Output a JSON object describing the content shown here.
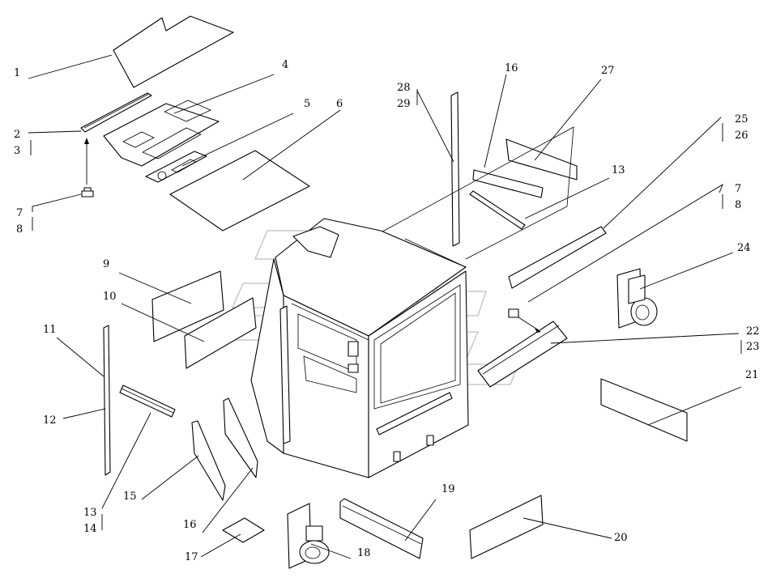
{
  "diagram": {
    "callouts": [
      {
        "id": "c1",
        "text": "1"
      },
      {
        "id": "c2",
        "text": "2"
      },
      {
        "id": "c3",
        "text": "3"
      },
      {
        "id": "c4",
        "text": "4"
      },
      {
        "id": "c5",
        "text": "5"
      },
      {
        "id": "c6",
        "text": "6"
      },
      {
        "id": "c7a",
        "text": "7"
      },
      {
        "id": "c8a",
        "text": "8"
      },
      {
        "id": "c9",
        "text": "9"
      },
      {
        "id": "c10",
        "text": "10"
      },
      {
        "id": "c11",
        "text": "11"
      },
      {
        "id": "c12",
        "text": "12"
      },
      {
        "id": "c13a",
        "text": "13"
      },
      {
        "id": "c14",
        "text": "14"
      },
      {
        "id": "c15",
        "text": "15"
      },
      {
        "id": "c16a",
        "text": "16"
      },
      {
        "id": "c17",
        "text": "17"
      },
      {
        "id": "c18",
        "text": "18"
      },
      {
        "id": "c19",
        "text": "19"
      },
      {
        "id": "c20",
        "text": "20"
      },
      {
        "id": "c21",
        "text": "21"
      },
      {
        "id": "c22",
        "text": "22"
      },
      {
        "id": "c23",
        "text": "23"
      },
      {
        "id": "c24",
        "text": "24"
      },
      {
        "id": "c25",
        "text": "25"
      },
      {
        "id": "c26",
        "text": "26"
      },
      {
        "id": "c7b",
        "text": "7"
      },
      {
        "id": "c8b",
        "text": "8"
      },
      {
        "id": "c13b",
        "text": "13"
      },
      {
        "id": "c16b",
        "text": "16"
      },
      {
        "id": "c27",
        "text": "27"
      },
      {
        "id": "c28",
        "text": "28"
      },
      {
        "id": "c29",
        "text": "29"
      }
    ]
  },
  "colors": {
    "line": "#000000",
    "watermark": "#bdbdbd",
    "background": "#ffffff"
  }
}
